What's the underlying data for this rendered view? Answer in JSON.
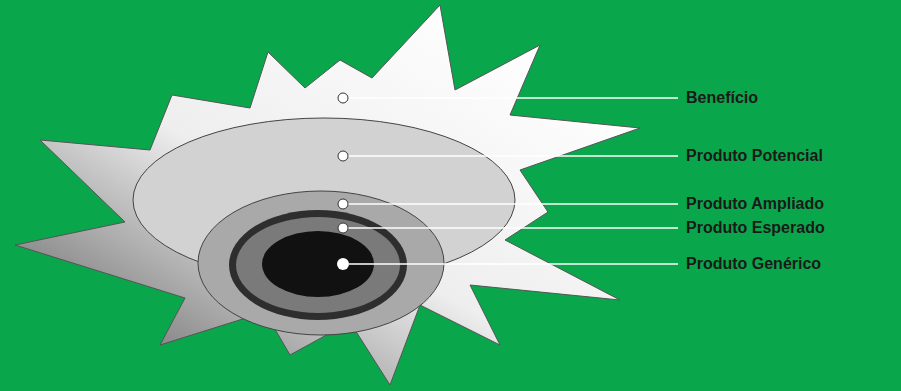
{
  "diagram": {
    "labels": [
      "Benefício",
      "Produto Potencial",
      "Produto Ampliado",
      "Produto Esperado",
      "Produto Genérico"
    ]
  }
}
